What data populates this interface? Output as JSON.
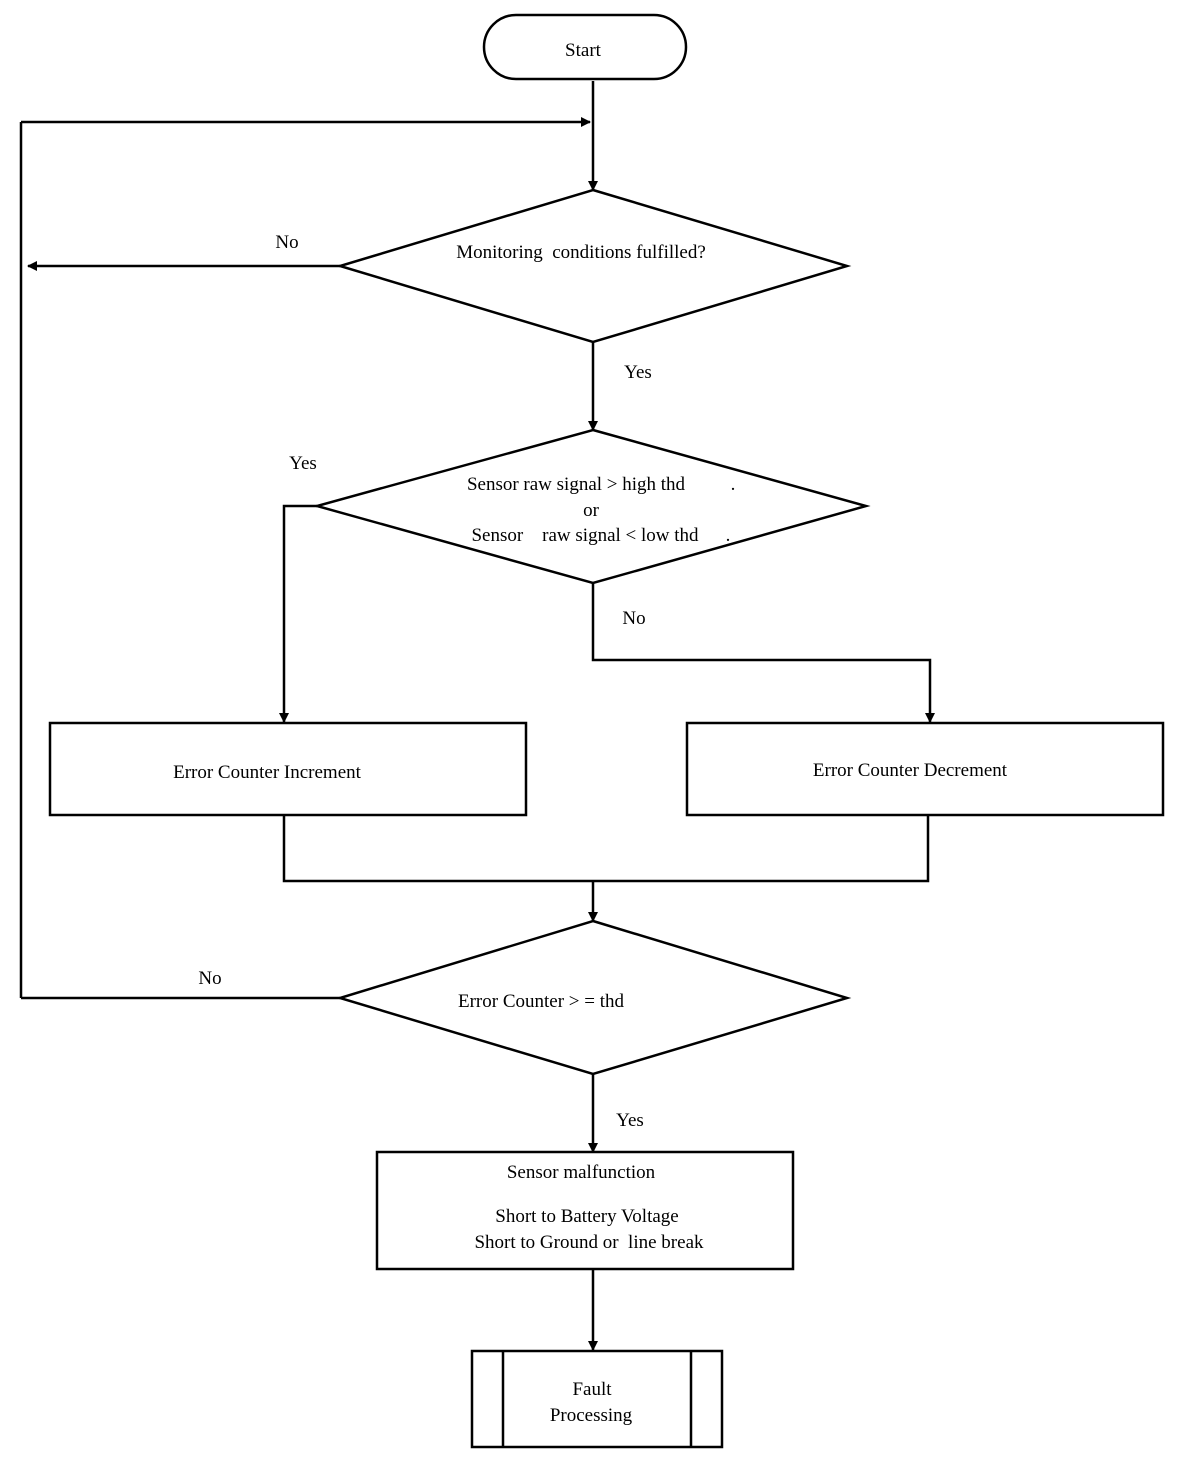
{
  "diagram": {
    "start": "Start",
    "decision_monitoring": "Monitoring  conditions fulfilled?",
    "decision_threshold": {
      "line1": "Sensor raw signal > high thd",
      "line2": "or",
      "line3": "Sensor    raw signal < low thd",
      "dot1": ".",
      "dot2": "."
    },
    "process_increment": "Error Counter Increment",
    "process_decrement": "Error Counter Decrement",
    "decision_counter": "Error Counter > = thd",
    "malfunction": {
      "title": "Sensor malfunction",
      "line1": "Short to Battery Voltage",
      "line2": "Short to Ground or  line break"
    },
    "fault": {
      "line1": "Fault",
      "line2": "Processing"
    },
    "labels": {
      "no_monitoring": "No",
      "yes_monitoring": "Yes",
      "yes_threshold": "Yes",
      "no_threshold": "No",
      "no_counter": "No",
      "yes_counter": "Yes"
    }
  }
}
